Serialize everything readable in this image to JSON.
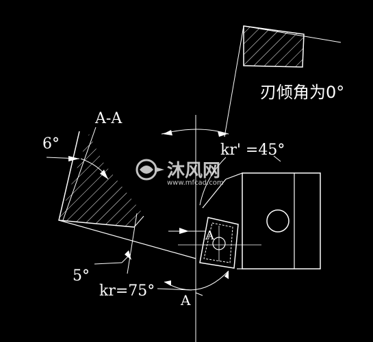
{
  "drawing": {
    "section_label": "A-A",
    "note_rake": "刃倾角为0°",
    "angle_6": "6°",
    "angle_5": "5°",
    "angle_kr_prime": "kr' =45°",
    "angle_kr": "kr=75°",
    "section_mark_top": "A",
    "section_mark_bottom": "A"
  },
  "watermark": {
    "brand": "沐风网",
    "url": "www.mfcad.com"
  },
  "colors": {
    "background": "#000000",
    "line": "#ffffff",
    "watermark": "#e6e6e6"
  }
}
